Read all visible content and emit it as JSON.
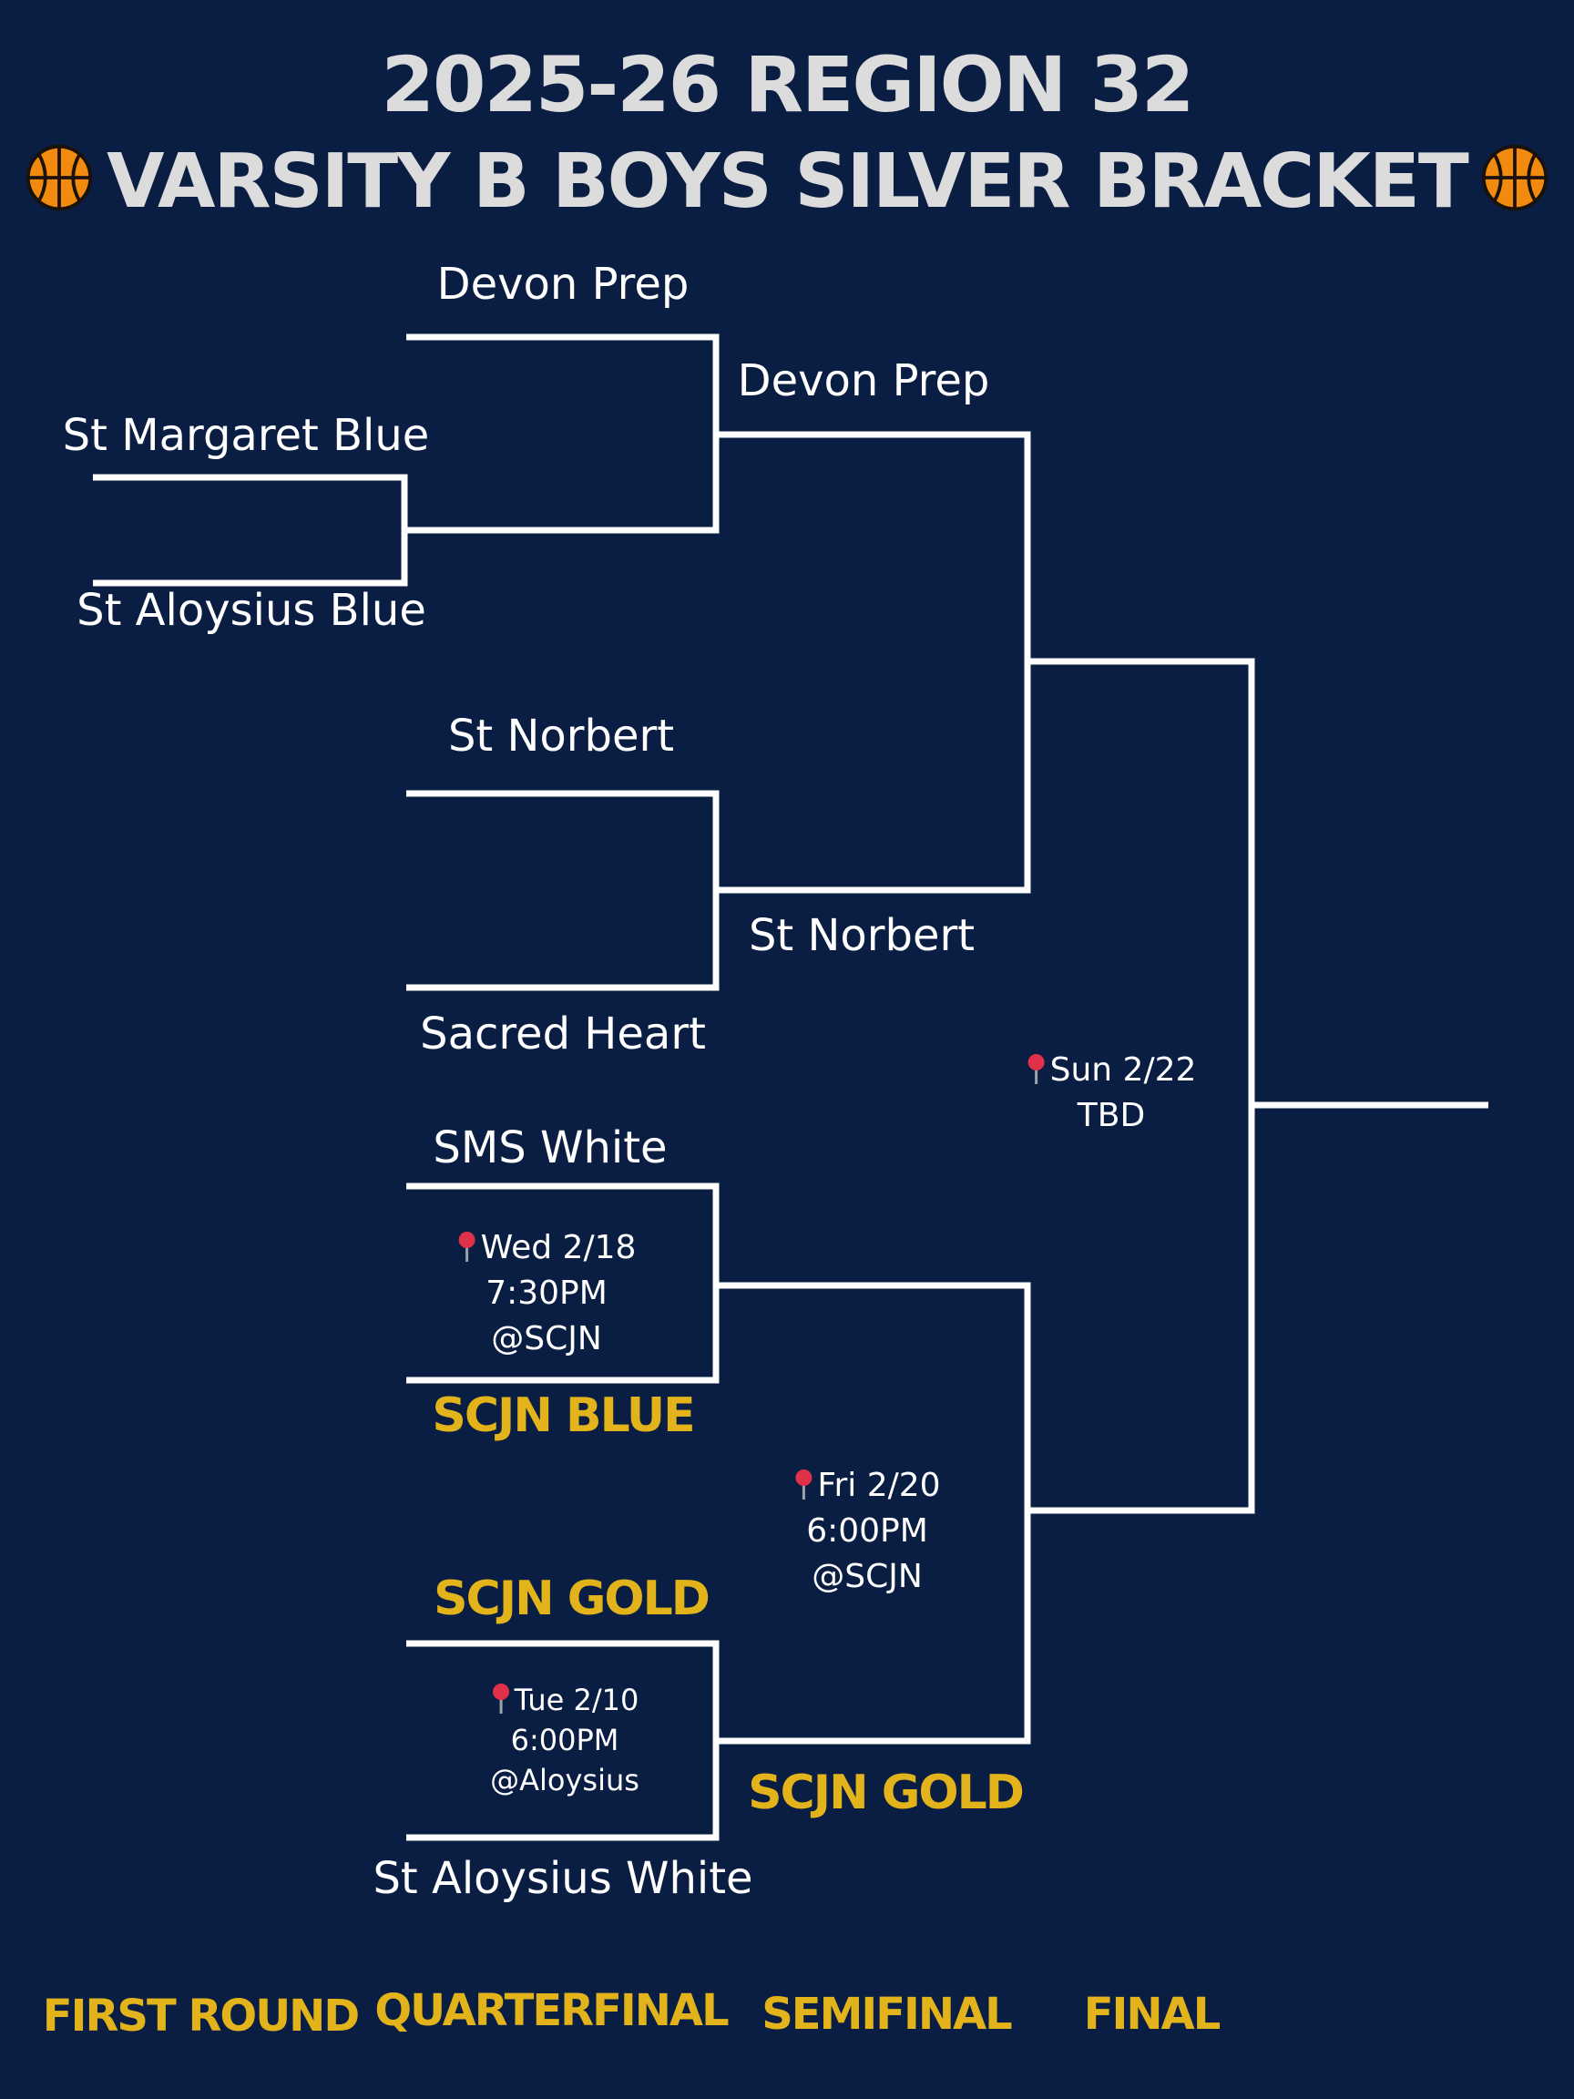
{
  "header": {
    "line1": "2025-26 REGION 32",
    "line2": "VARSITY B BOYS SILVER BRACKET",
    "icon": "basketball-icon"
  },
  "first_round": {
    "team_top": "St Margaret Blue",
    "team_bottom": "St Aloysius Blue"
  },
  "quarterfinal": {
    "game1_top": "Devon Prep",
    "game2_top": "St Norbert",
    "game2_bottom": "Sacred Heart",
    "game3_top": "SMS White",
    "game3_bottom": "SCJN BLUE",
    "game3_info": {
      "date": "Wed 2/18",
      "time": "7:30PM",
      "location": "@SCJN"
    },
    "game4_top": "SCJN GOLD",
    "game4_bottom": "St Aloysius White",
    "game4_info": {
      "date": "Tue 2/10",
      "time": "6:00PM",
      "location": "@Aloysius"
    }
  },
  "semifinal": {
    "winner1": "Devon Prep",
    "winner2": "St Norbert",
    "winner4": "SCJN GOLD",
    "game2_info": {
      "date": "Fri 2/20",
      "time": "6:00PM",
      "location": "@SCJN"
    }
  },
  "final": {
    "info": {
      "date": "Sun 2/22",
      "location": "TBD"
    }
  },
  "rounds": {
    "first": "FIRST ROUND",
    "quarter": "QUARTERFINAL",
    "semi": "SEMIFINAL",
    "final": "FINAL"
  },
  "colors": {
    "background": "#0a1d42",
    "gold": "#e3b31b",
    "title": "#dcdcdc",
    "lines": "#ffffff"
  }
}
